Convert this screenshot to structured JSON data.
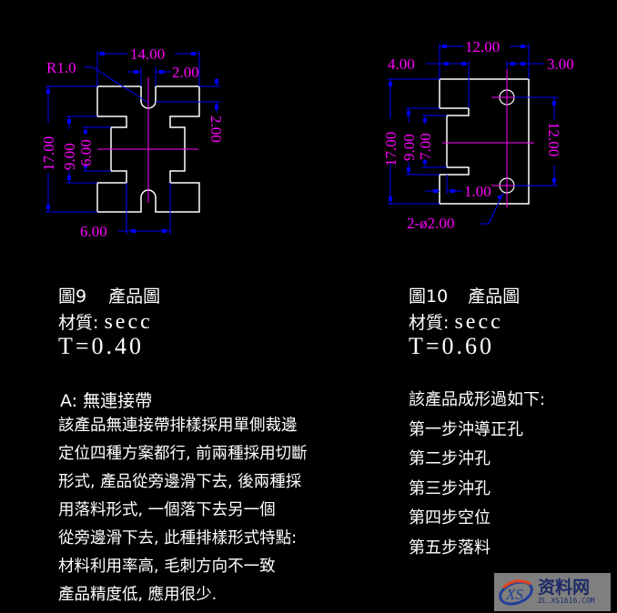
{
  "figure9": {
    "caption_num": "圖9",
    "caption_label": "產品圖",
    "material_label": "材質:",
    "material_value": "secc",
    "thickness": "T=0.40",
    "dims": {
      "width_total": "14.00",
      "slot_width": "2.00",
      "radius": "R1.0",
      "height_total": "17.00",
      "mid_height_outer": "9.00",
      "mid_height_inner": "6.00",
      "slot_depth": "2.00",
      "neck_width": "6.00"
    }
  },
  "figure10": {
    "caption_num": "圖10",
    "caption_label": "產品圖",
    "material_label": "材質:",
    "material_value": "secc",
    "thickness": "T=0.60",
    "dims": {
      "width_total": "12.00",
      "notch_width": "4.00",
      "hole_offset": "3.00",
      "height_total": "17.00",
      "notch_outer": "9.00",
      "notch_inner": "7.00",
      "hole_pitch": "12.00",
      "notch_depth": "1.00",
      "holes": "2-ø2.00"
    }
  },
  "notes_a": {
    "heading": "A: 無連接帶",
    "lines": [
      "該產品無連接帶排樣採用單側裁邊",
      "定位四種方案都行, 前兩種採用切斷",
      "形式, 產品從旁邊滑下去, 後兩種採",
      "用落料形式,    一個落下去另一個",
      "從旁邊滑下去, 此種排樣形式特點:",
      "材料利用率高, 毛刺方向不一致",
      "產品精度低, 應用很少."
    ]
  },
  "notes_b": {
    "heading": "該產品成形過如下:",
    "steps": [
      "第一步沖導正孔",
      "第二步沖孔",
      "第三步沖孔",
      "第四步空位",
      "第五步落料"
    ]
  },
  "watermark": {
    "brand": "资料网",
    "url": "ZL.XS1616.COM",
    "mark": "XS"
  },
  "colors": {
    "background": "#000000",
    "outline": "#ffffff",
    "dimension_line": "#0000ff",
    "dimension_text": "#ff00ff",
    "centerline": "#ff00ff"
  }
}
